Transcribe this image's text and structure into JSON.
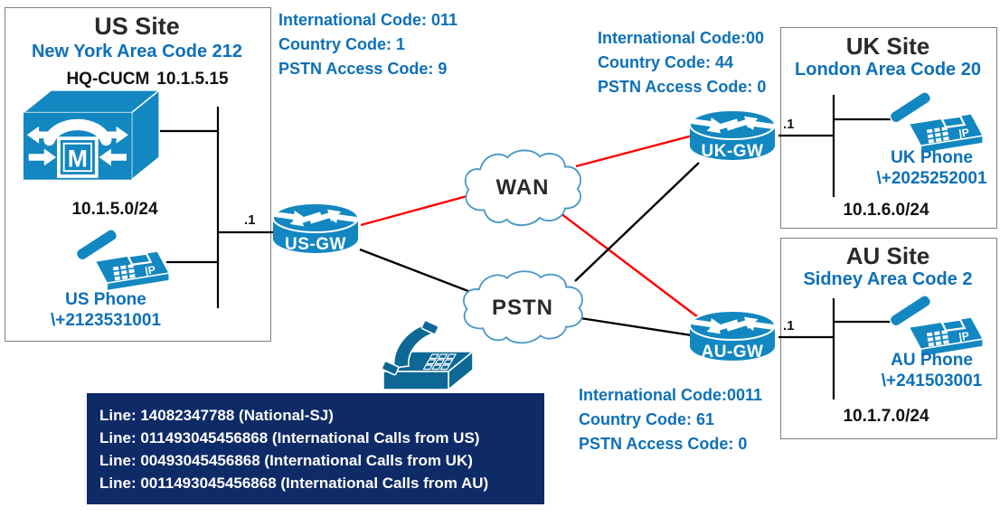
{
  "colors": {
    "cisco_blue": "#1287c1",
    "analog_phone_blue": "#0e6896",
    "label_blue": "#0d70b8",
    "navy_panel": "#0e2a67",
    "line_red": "#ff0000",
    "line_black": "#000000",
    "cloud_stroke": "#4696c4",
    "box_border": "#7f7f7f"
  },
  "us_site": {
    "title": "US Site",
    "subtitle": "New York Area Code 212",
    "server_name": "HQ-CUCM",
    "server_ip": "10.1.5.15",
    "subnet": "10.1.5.0/24",
    "phone_name": "US Phone",
    "phone_number": "\\+2123531001",
    "gw_interface": ".1"
  },
  "uk_site": {
    "title": "UK Site",
    "subtitle": "London Area Code 20",
    "subnet": "10.1.6.0/24",
    "phone_name": "UK Phone",
    "phone_number": "\\+2025252001",
    "gw_interface": ".1"
  },
  "au_site": {
    "title": "AU Site",
    "subtitle": "Sidney Area Code 2",
    "subnet": "10.1.7.0/24",
    "phone_name": "AU Phone",
    "phone_number": "\\+241503001",
    "gw_interface": ".1"
  },
  "us_codes": [
    "International Code: 011",
    "Country Code: 1",
    "PSTN Access Code: 9"
  ],
  "uk_codes": [
    "International Code:00",
    "Country Code: 44",
    "PSTN Access Code: 0"
  ],
  "au_codes": [
    "International Code:0011",
    "Country Code: 61",
    "PSTN Access Code: 0"
  ],
  "gateways": {
    "us": "US-GW",
    "uk": "UK-GW",
    "au": "AU-GW"
  },
  "clouds": {
    "wan": "WAN",
    "pstn": "PSTN"
  },
  "phone_lines": [
    "Line: 14082347788 (National-SJ)",
    "Line: 011493045456868 (International Calls from US)",
    "Line: 00493045456868 (International Calls from UK)",
    "Line: 0011493045456868 (International Calls from AU)"
  ],
  "icons": {
    "cucm_letter": "M",
    "ip_phone_badge": "|P"
  }
}
